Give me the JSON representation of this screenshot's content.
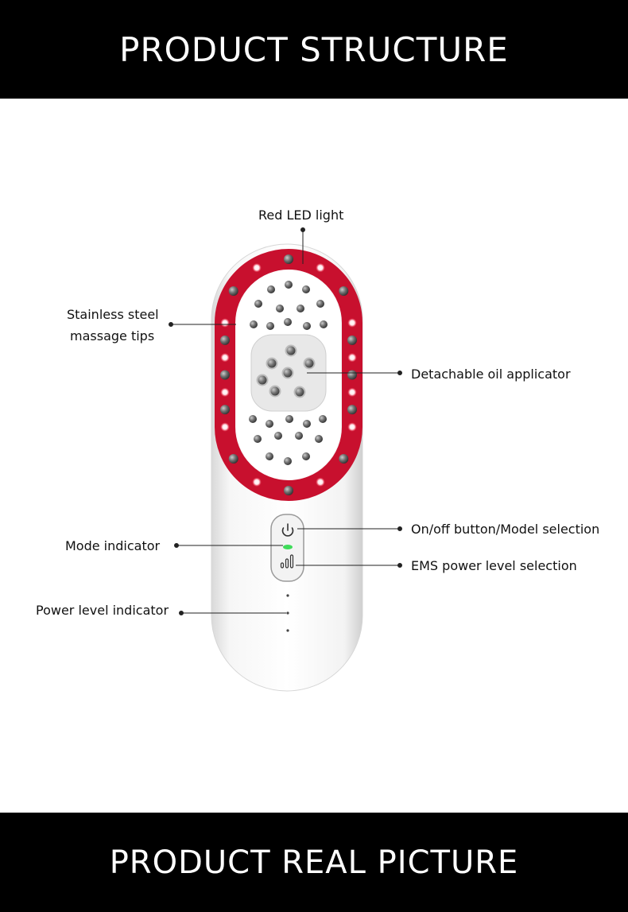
{
  "header": {
    "title": "PRODUCT STRUCTURE"
  },
  "labels": {
    "red_led": "Red LED light",
    "massage_tips_line1": "Stainless steel",
    "massage_tips_line2": "massage tips",
    "oil_applicator": "Detachable oil applicator",
    "power_button": "On/off button/Model selection",
    "mode_indicator": "Mode indicator",
    "ems_level": "EMS power level selection",
    "power_level_indicator": "Power level indicator"
  },
  "footer": {
    "title": "PRODUCT REAL PICTURE"
  },
  "colors": {
    "banner": "#000000",
    "led_red": "#c8102e",
    "indicator_green": "#3fdc5a"
  }
}
